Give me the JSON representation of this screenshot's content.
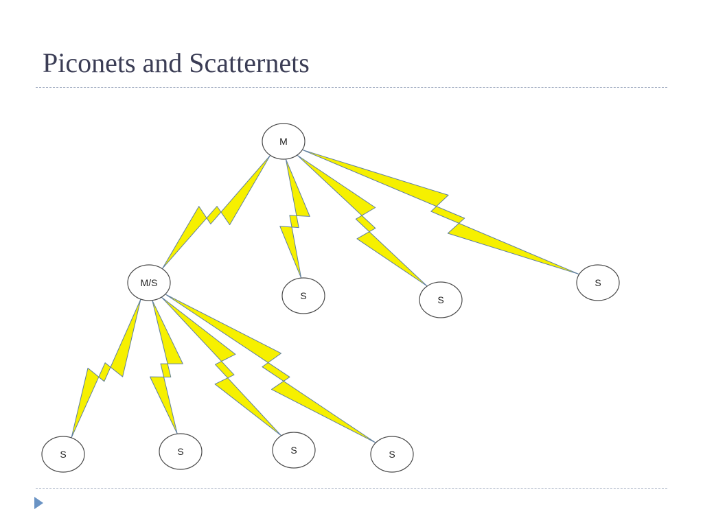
{
  "title": "Piconets and Scatternets",
  "colors": {
    "title_text": "#3b3d55",
    "divider": "#a9b3c6",
    "bolt_fill": "#f6f000",
    "bolt_edge": "#5f7f9f",
    "footer_marker": "#6a93c4"
  },
  "footer": {
    "icon": "triangle-right-icon"
  },
  "diagram": {
    "nodes": [
      {
        "id": "m",
        "label": "M"
      },
      {
        "id": "ms",
        "label": "M/S"
      },
      {
        "id": "s1",
        "label": "S"
      },
      {
        "id": "s2",
        "label": "S"
      },
      {
        "id": "s3",
        "label": "S"
      },
      {
        "id": "s4",
        "label": "S"
      },
      {
        "id": "s5",
        "label": "S"
      },
      {
        "id": "s6",
        "label": "S"
      },
      {
        "id": "s7",
        "label": "S"
      }
    ],
    "links": [
      {
        "from": "m",
        "to": "ms"
      },
      {
        "from": "m",
        "to": "s1"
      },
      {
        "from": "m",
        "to": "s2"
      },
      {
        "from": "m",
        "to": "s3"
      },
      {
        "from": "ms",
        "to": "s4"
      },
      {
        "from": "ms",
        "to": "s5"
      },
      {
        "from": "ms",
        "to": "s6"
      },
      {
        "from": "ms",
        "to": "s7"
      }
    ]
  }
}
